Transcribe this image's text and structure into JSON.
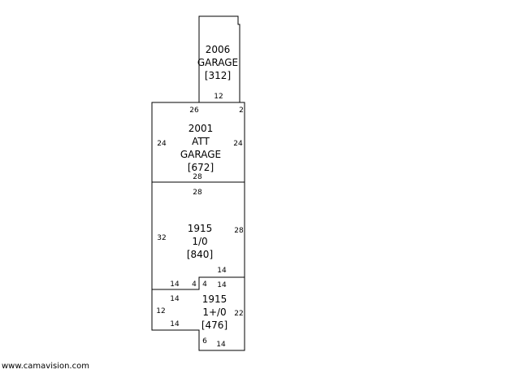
{
  "sections": {
    "garage_2006": {
      "year": "2006",
      "type": "GARAGE",
      "area": "[312]",
      "dims": {
        "bottom": "12"
      }
    },
    "att_garage_2001": {
      "year": "2001",
      "type_line1": "ATT",
      "type_line2": "GARAGE",
      "area": "[672]",
      "dims": {
        "top": "26",
        "top_right": "2",
        "left": "24",
        "right": "24",
        "bottom": "28"
      }
    },
    "main_1915_1": {
      "year": "1915",
      "type": "1/0",
      "area": "[840]",
      "dims": {
        "top": "28",
        "left": "32",
        "right": "28",
        "bottom_right": "14",
        "bottom_left": "14",
        "bottom_step": "4"
      }
    },
    "main_1915_2": {
      "year": "1915",
      "type": "1+/0",
      "area": "[476]",
      "dims": {
        "step": "4",
        "top": "14",
        "left_top": "14",
        "left": "12",
        "left_bottom": "14",
        "right": "22",
        "bottom_left": "6",
        "bottom": "14"
      }
    }
  },
  "footer": {
    "watermark": "www.camavision.com"
  }
}
